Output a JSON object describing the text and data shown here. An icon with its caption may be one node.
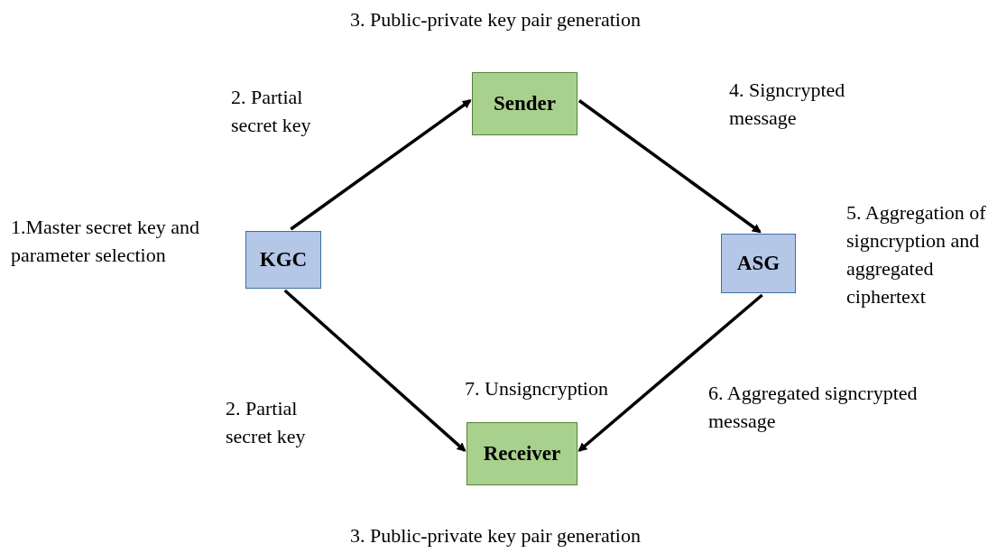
{
  "diagram": {
    "nodes": [
      {
        "text": [
          "KGC"
        ],
        "beside": [
          "1.Master secret key and parameter selection"
        ]
      },
      {
        "text": [
          "Sender"
        ],
        "beside": [
          "3. Public-private key pair generation"
        ]
      },
      {
        "text": [
          "ASG"
        ],
        "beside": [
          "5. Aggregation of signcryption and aggregated ciphertext"
        ]
      },
      {
        "text": [
          "Receiver"
        ],
        "beside": [
          "7. Unsigncryption",
          "3. Public-private key pair generation"
        ]
      }
    ],
    "edges": [
      {
        "from": 0,
        "to": 1,
        "arrow": "to",
        "label": "2. Partial secret key"
      },
      {
        "from": 1,
        "to": 2,
        "arrow": "to",
        "label": "4. Signcrypted message"
      },
      {
        "from": 2,
        "to": 3,
        "arrow": "to",
        "label": "6. Aggregated signcrypted message"
      },
      {
        "from": 0,
        "to": 3,
        "arrow": "to",
        "label": "2. Partial secret key"
      }
    ]
  }
}
